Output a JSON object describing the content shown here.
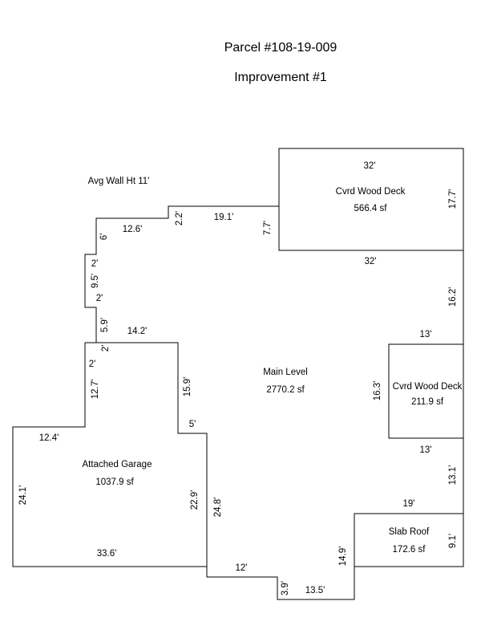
{
  "header": {
    "title": "Parcel #108-19-009",
    "subtitle": "Improvement #1"
  },
  "note": "Avg Wall Ht 11'",
  "areas": {
    "deck1": {
      "name": "Cvrd Wood Deck",
      "area": "566.4 sf"
    },
    "main": {
      "name": "Main Level",
      "area": "2770.2 sf"
    },
    "deck2": {
      "name": "Cvrd Wood Deck",
      "area": "211.9 sf"
    },
    "garage": {
      "name": "Attached Garage",
      "area": "1037.9 sf"
    },
    "slab": {
      "name": "Slab Roof",
      "area": "172.6 sf"
    }
  },
  "dimensions": {
    "deck_top": "32'",
    "deck_right": "17.7'",
    "deck_bottom": "32'",
    "deck_left": "7.7'",
    "top_run": "19.1'",
    "step_a": "2.2'",
    "upper_left_run": "12.6'",
    "diag_a": "6'",
    "jog_a": "2'",
    "left_wall_a": "9.5'",
    "jog_b": "2'",
    "left_wall_b": "5.9'",
    "mid_run": "14.2'",
    "jog_c": "2'",
    "jog_d": "2'",
    "left_wall_c": "12.7'",
    "inner_wall": "15.9'",
    "inner_jog": "5'",
    "right_upper": "16.2'",
    "deck2_top": "13'",
    "deck2_left": "16.3'",
    "deck2_bottom": "13'",
    "right_lower": "13.1'",
    "slab_top": "19'",
    "slab_right": "9.1'",
    "slab_left": "14.9'",
    "bottom_a": "13.5'",
    "bottom_step": "3.9'",
    "bottom_b": "12'",
    "garage_right_outer": "24.8'",
    "garage_right_inner": "22.9'",
    "garage_top": "12.4'",
    "garage_left": "24.1'",
    "garage_bottom": "33.6'"
  }
}
